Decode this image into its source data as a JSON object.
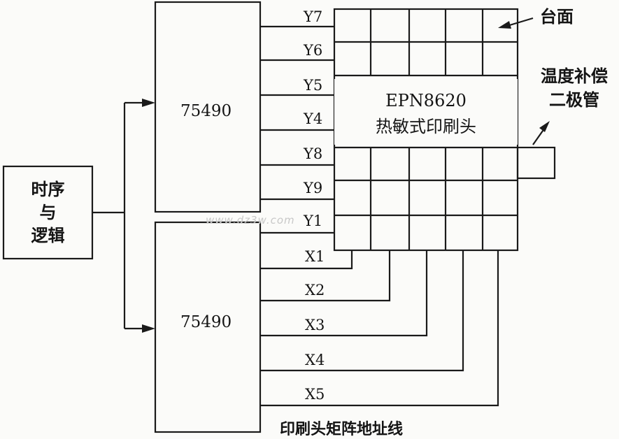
{
  "blocks": {
    "timing_logic": "时序\n与\n逻辑",
    "driver_top": "75490",
    "driver_bottom": "75490",
    "print_head": "EPN8620\n热敏式印刷头"
  },
  "y_lines": [
    "Y7",
    "Y6",
    "Y5",
    "Y4",
    "Y8",
    "Y9",
    "Y1"
  ],
  "x_lines": [
    "X1",
    "X2",
    "X3",
    "X4",
    "X5"
  ],
  "annotations": {
    "platen": "台面",
    "temp_diode": "温度补偿\n二极管",
    "address_lines": "印刷头矩阵地址线"
  },
  "watermark": "www.dz3w.com"
}
